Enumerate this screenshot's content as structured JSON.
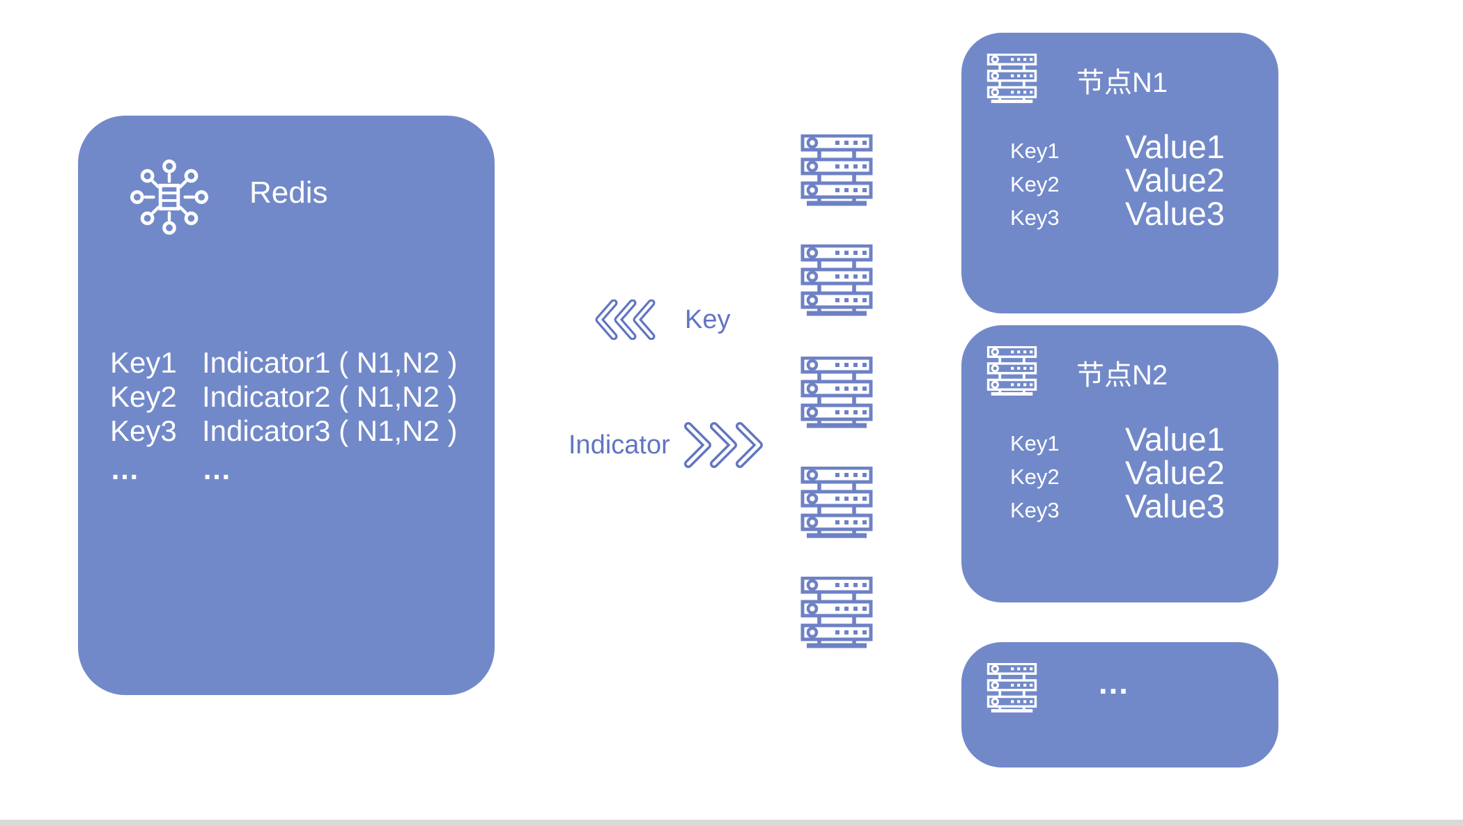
{
  "colors": {
    "box_fill": "#7289C9",
    "accent_text": "#6175C1",
    "rack_icon": "#6E81C5",
    "box_text": "#FFFFFF",
    "footer_bar": "#D9D9D9"
  },
  "icons": {
    "redis": "redis-cluster-icon",
    "server": "server-rack-icon",
    "chevrons_left": "triple-chevron-left-icon",
    "chevrons_right": "triple-chevron-right-icon"
  },
  "redis_box": {
    "title": "Redis",
    "rows": [
      {
        "key": "Key1",
        "value": "Indicator1 ( N1,N2 )"
      },
      {
        "key": "Key2",
        "value": "Indicator2 ( N1,N2 )"
      },
      {
        "key": "Key3",
        "value": "Indicator3 ( N1,N2 )"
      },
      {
        "key": "…",
        "value": "…"
      }
    ]
  },
  "flow": {
    "key_label": "Key",
    "indicator_label": "Indicator"
  },
  "server_column": {
    "rack_count": 5
  },
  "nodes": [
    {
      "title": "节点N1",
      "rows": [
        {
          "key": "Key1",
          "value": "Value1"
        },
        {
          "key": "Key2",
          "value": "Value2"
        },
        {
          "key": "Key3",
          "value": "Value3"
        }
      ]
    },
    {
      "title": "节点N2",
      "rows": [
        {
          "key": "Key1",
          "value": "Value1"
        },
        {
          "key": "Key2",
          "value": "Value2"
        },
        {
          "key": "Key3",
          "value": "Value3"
        }
      ]
    },
    {
      "title": "…",
      "rows": []
    }
  ]
}
